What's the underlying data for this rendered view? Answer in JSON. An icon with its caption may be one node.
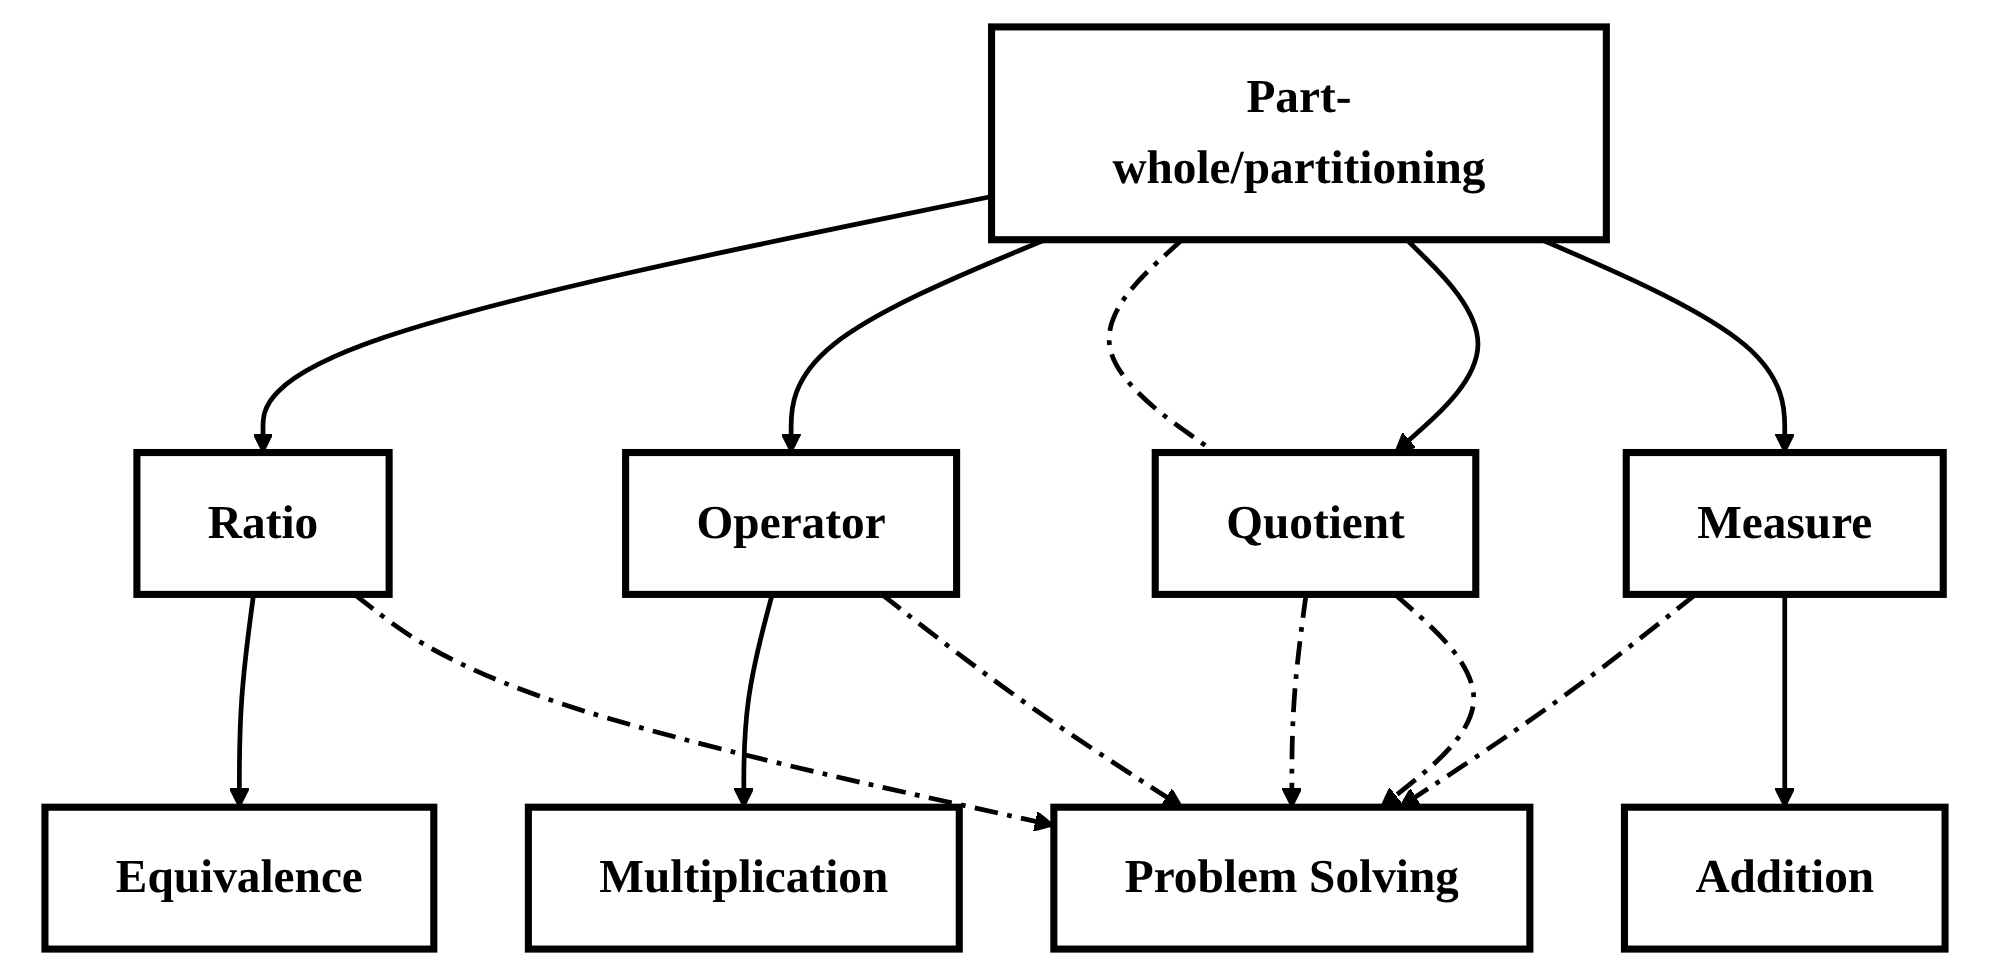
{
  "diagram": {
    "nodes": [
      {
        "text": [
          "Part-whole/partitioning"
        ]
      },
      {
        "text": [
          "Ratio"
        ]
      },
      {
        "text": [
          "Operator"
        ]
      },
      {
        "text": [
          "Quotient"
        ]
      },
      {
        "text": [
          "Measure"
        ]
      },
      {
        "text": [
          "Equivalence"
        ]
      },
      {
        "text": [
          "Multiplication"
        ]
      },
      {
        "text": [
          "Problem Solving"
        ]
      },
      {
        "text": [
          "Addition"
        ]
      }
    ],
    "edges": [
      {
        "from": 0,
        "to": 1,
        "arrow": "to"
      },
      {
        "from": 0,
        "to": 2,
        "arrow": "to"
      },
      {
        "from": 0,
        "to": 3,
        "arrow": "none",
        "style": "dashed"
      },
      {
        "from": 0,
        "to": 3,
        "arrow": "to"
      },
      {
        "from": 0,
        "to": 4,
        "arrow": "to"
      },
      {
        "from": 1,
        "to": 5,
        "arrow": "to"
      },
      {
        "from": 1,
        "to": 7,
        "arrow": "to",
        "style": "dashed"
      },
      {
        "from": 2,
        "to": 6,
        "arrow": "to"
      },
      {
        "from": 2,
        "to": 7,
        "arrow": "to",
        "style": "dashed"
      },
      {
        "from": 3,
        "to": 7,
        "arrow": "to",
        "style": "dashed"
      },
      {
        "from": 3,
        "to": 7,
        "arrow": "to",
        "style": "dashed"
      },
      {
        "from": 4,
        "to": 7,
        "arrow": "to",
        "style": "dashed"
      },
      {
        "from": 4,
        "to": 8,
        "arrow": "to"
      }
    ]
  }
}
